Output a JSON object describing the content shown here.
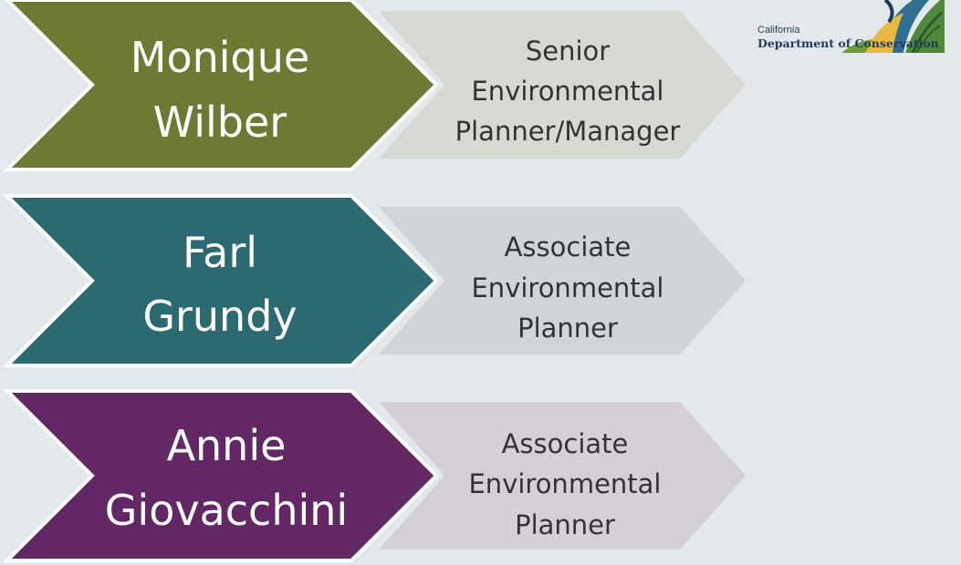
{
  "logo": {
    "small_text": "California",
    "big_text": "Department of Conservation"
  },
  "rows": [
    {
      "name_lines": [
        "Monique",
        "Wilber"
      ],
      "title_lines": [
        "Senior",
        "Environmental",
        "Planner/Manager"
      ],
      "name_color": "#6e7a33",
      "title_color": "#d7d9d2"
    },
    {
      "name_lines": [
        "Farl",
        "Grundy"
      ],
      "title_lines": [
        "Associate",
        "Environmental",
        "Planner"
      ],
      "name_color": "#2b6a70",
      "title_color": "#cfd5d8"
    },
    {
      "name_lines": [
        "Annie",
        "Giovacchini"
      ],
      "title_lines": [
        "Associate",
        "Environmental",
        "Planner"
      ],
      "name_color": "#632765",
      "title_color": "#d5cfd7"
    }
  ]
}
